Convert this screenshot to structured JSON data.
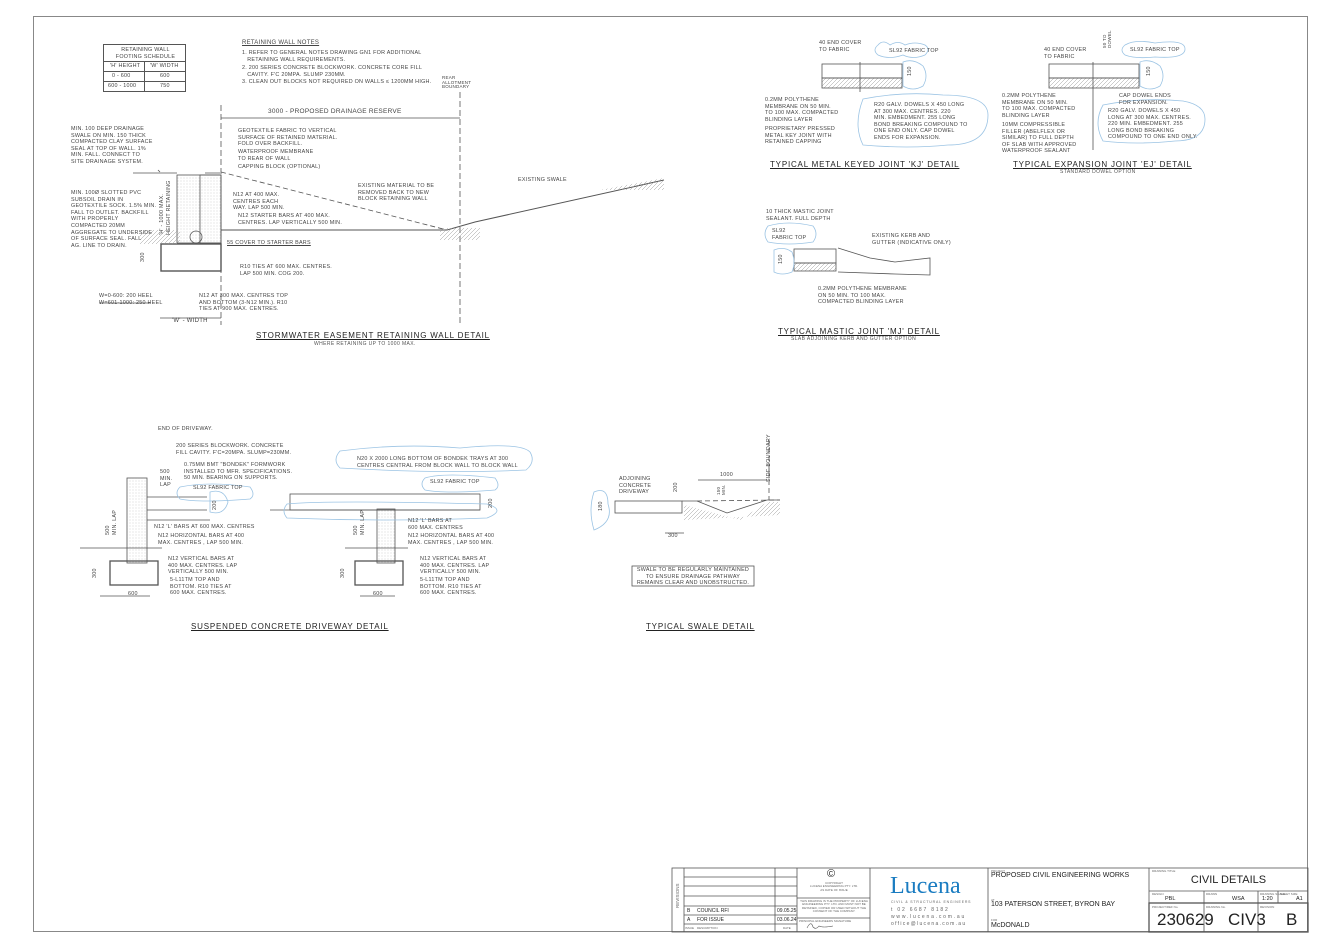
{
  "schedule": {
    "title": "RETAINING WALL\nFOOTING SCHEDULE",
    "headers": [
      "'H' HEIGHT",
      "'W' WIDTH"
    ],
    "rows": [
      [
        "0 - 600",
        "600"
      ],
      [
        "600 - 1000",
        "750"
      ]
    ]
  },
  "notes": {
    "title": "RETAINING WALL NOTES",
    "items": [
      "1. REFER TO GENERAL NOTES DRAWING GN1 FOR ADDITIONAL\n   RETAINING WALL REQUIREMENTS.",
      "2. 200 SERIES CONCRETE BLOCKWORK. CONCRETE CORE FILL\n   CAVITY. F'c 20MPa. SLUMP 230mm.",
      "3. CLEAN OUT BLOCKS NOT REQUIRED ON WALLS ≤ 1200mm HIGH."
    ]
  },
  "retaining_wall": {
    "title": "STORMWATER EASEMENT RETAINING WALL DETAIL",
    "subtitle": "WHERE RETAINING UP TO 1000 MAX.",
    "reserve": "3000 - PROPOSED DRAINAGE RESERVE",
    "boundary": "REAR\nALLOTMENT\nBOUNDARY",
    "labels": {
      "swale": "MIN. 100 DEEP DRAINAGE\nSWALE ON MIN. 150 THICK\nCOMPACTED CLAY SURFACE\nSEAL AT TOP OF WALL. 1%\nMIN. FALL. CONNECT TO\nSITE DRAINAGE SYSTEM.",
      "subsoil": "MIN. 100Ø SLOTTED PVC\nSUBSOIL DRAIN IN\nGEOTEXTILE SOCK. 1.5% MIN.\nFALL TO OUTLET. BACKFILL\nWITH PROPERLY\nCOMPACTED 20mm\nAGGREGATE TO UNDERSIDE\nOF SURFACE SEAL. FALL\nAG. LINE TO DRAIN.",
      "geotextile": "GEOTEXTILE FABRIC TO VERTICAL\nSURFACE OF RETAINED MATERIAL.\nFOLD OVER BACKFILL.",
      "membrane": "WATERPROOF MEMBRANE\nTO REAR OF WALL",
      "capping": "CAPPING BLOCK (OPTIONAL)",
      "existing": "EXISTING MATERIAL TO BE\nREMOVED BACK TO NEW\nBLOCK RETAINING WALL",
      "existing_swale": "EXISTING SWALE",
      "n12_400": "N12 AT 400 MAX.\nCENTRES EACH\nWAY. LAP 500 MIN.",
      "starter": "N12 STARTER BARS AT 400 MAX.\nCENTRES. LAP VERTICALLY 500 MIN.",
      "cover": "55 COVER TO STARTER BARS",
      "ties": "R10 TIES AT 600 MAX. CENTRES.\nLAP 500 MIN. COG 200.",
      "n12_300": "N12 AT 300 MAX. CENTRES TOP\nAND BOTTOM (3-N12 MIN.). R10\nTIES AT 900 MAX. CENTRES.",
      "heel": "W=0-600: 200 HEEL\nW=601-1000: 250 HEEL",
      "width": "'W' - WIDTH",
      "height": "'H' - 1000 MAX.\nHEIGHT RETAINING",
      "dim_300": "300"
    }
  },
  "kj": {
    "title": "TYPICAL METAL KEYED JOINT 'KJ' DETAIL",
    "end_cover": "40 END COVER\nTO FABRIC",
    "fabric": "SL92 FABRIC TOP",
    "dim": "150",
    "membrane": "0.2mm POLYTHENE\nMEMBRANE ON 50 MIN.\nTO 100 MAX. COMPACTED\nBLINDING LAYER",
    "key": "PROPRIETARY PRESSED\nMETAL KEY JOINT WITH\nRETAINED CAPPING",
    "dowels": "R20 GALV. DOWELS x 450 LONG\nAT 300 MAX. CENTRES. 220\nMIN. EMBEDMENT. 255 LONG\nBOND BREAKING COMPOUND TO\nONE END ONLY. CAP DOWEL\nENDS FOR EXPANSION."
  },
  "ej": {
    "title": "TYPICAL EXPANSION JOINT 'EJ' DETAIL",
    "subtitle": "STANDARD DOWEL OPTION",
    "end_cover": "40 END COVER\nTO FABRIC",
    "to_dowel": "50 TO\nDOWEL",
    "fabric": "SL92 FABRIC TOP",
    "dim": "150",
    "membrane": "0.2mm POLYTHENE\nMEMBRANE ON 50 MIN.\nTO 100 MAX. COMPACTED\nBLINDING LAYER",
    "cap": "CAP DOWEL ENDS\nFOR EXPANSION.",
    "dowels": "R20 GALV. DOWELS x 450\nLONG AT 300 MAX. CENTRES.\n220 MIN. EMBEDMENT. 255\nLONG BOND BREAKING\nCOMPOUND TO ONE END ONLY.",
    "filler": "10mm COMPRESSIBLE\nFILLER (ABELFLEX OR\nSIMILAR) TO FULL DEPTH\nOF SLAB WITH APPROVED\nWATERPROOF SEALANT"
  },
  "mj": {
    "title": "TYPICAL MASTIC JOINT 'MJ' DETAIL",
    "subtitle": "SLAB ADJOINING KERB AND GUTTER OPTION",
    "sealant": "10 THICK MASTIC JOINT\nSEALANT. FULL DEPTH",
    "fabric": "SL92\nFABRIC TOP",
    "kerb": "EXISTING KERB AND\nGUTTER (INDICATIVE ONLY)",
    "dim": "150",
    "membrane": "0.2mm POLYTHENE MEMBRANE\nON 50 MIN. TO 100 MAX.\nCOMPACTED BLINDING LAYER"
  },
  "driveway": {
    "title": "SUSPENDED CONCRETE DRIVEWAY DETAIL",
    "end": "END OF DRIVEWAY.",
    "blockwork": "200 SERIES BLOCKWORK. CONCRETE\nFILL CAVITY. F'c=20MPa. SLUMP=230mm.",
    "bondek": "0.75mm BMT \"BONDEK\" FORMWORK\nINSTALLED TO MFR. SPECIFICATIONS.\n50 MIN. BEARING ON SUPPORTS.",
    "n20": "N20 x 2000 LONG BOTTOM OF BONDEK TRAYS AT 300\nCENTRES CENTRAL FROM BLOCK WALL TO BLOCK WALL",
    "fabric": "SL92 FABRIC TOP",
    "lap": "500\nMIN.\nLAP",
    "min_lap": "500\nMIN. LAP",
    "dim_200": "200",
    "dim_300": "300",
    "dim_600": "600",
    "l_bars": "N12 'L' BARS AT 600 MAX. CENTRES",
    "l_bars_2": "N12 'L' BARS AT\n600 MAX. CENTRES",
    "horiz": "N12 HORIZONTAL BARS AT 400\nMAX. CENTRES , LAP 500 MIN.",
    "vert": "N12 VERTICAL BARS AT\n400 MAX. CENTRES. LAP\nVERTICALLY 500 MIN.",
    "trench": "5-L11TM TOP AND\nBOTTOM. R10 TIES AT\n600 MAX. CENTRES."
  },
  "swale": {
    "title": "TYPICAL SWALE DETAIL",
    "adjoining": "ADJOINING\nCONCRETE\nDRIVEWAY",
    "boundary": "SIDE BOUNDARY",
    "dim_1000": "1000",
    "dim_150": "150\nMIN.",
    "dim_200": "200",
    "dim_180": "180",
    "dim_300": "300",
    "note": "SWALE TO BE REGULARLY MAINTAINED\nTO ENSURE DRAINAGE PATHWAY\nREMAINS CLEAR AND UNOBSTRUCTED."
  },
  "title_block": {
    "revisions_label": "REVISIONS",
    "revisions": [
      {
        "issue": "B",
        "description": "COUNCIL RFI",
        "date": "09.05.25"
      },
      {
        "issue": "A",
        "description": "FOR ISSUE",
        "date": "03.06.24"
      }
    ],
    "col_issue": "ISSUE",
    "col_description": "DESCRIPTION",
    "col_date": "DATE",
    "copyright": "COPYRIGHT\nLUCENA ENGINEERING PTY. LTD.\nAS DATE OF ISSUE",
    "property": "THIS DRAWING IS THE PROPERTY OF LUCENA\nENGINEERING PTY. LTD. AND MUST NOT BE\nRETAINED, COPIED OR USED WITHOUT THE\nCONSENT OF THE COMPANY.",
    "signature_label": "PRINCIPAL ENGINEERS SIGNATURE",
    "logo": "Lucena",
    "logo_sub": "CIVIL & STRUCTURAL ENGINEERS",
    "phone": "t  02 6687 8182",
    "web": "www.lucena.com.au",
    "email": "office@lucena.com.au",
    "project_label": "PROJECT",
    "project": "PROPOSED CIVIL ENGINEERING WORKS",
    "at_label": "AT",
    "address": "103 PATERSON STREET, BYRON BAY",
    "for_label": "FOR",
    "client": "McDONALD",
    "drawing_title_label": "DRAWING TITLE",
    "drawing_title": "CIVIL DETAILS",
    "design_label": "DESIGN",
    "design": "PBL",
    "drawn_label": "DRAWN",
    "drawn": "WSA",
    "scale_label": "DRAWING SCALE",
    "scale": "1:20",
    "size_label": "SHEET SIZE",
    "size": "A1",
    "job_label": "PROJECT/REF No.",
    "job": "230629",
    "drawing_no_label": "DRAWING No.",
    "drawing_no": "CIV3",
    "revision_label": "REVISION",
    "revision": "B"
  },
  "colors": {
    "linework": "#444444",
    "cloud": "#9cc4e4",
    "logo": "#1a7cc1"
  }
}
